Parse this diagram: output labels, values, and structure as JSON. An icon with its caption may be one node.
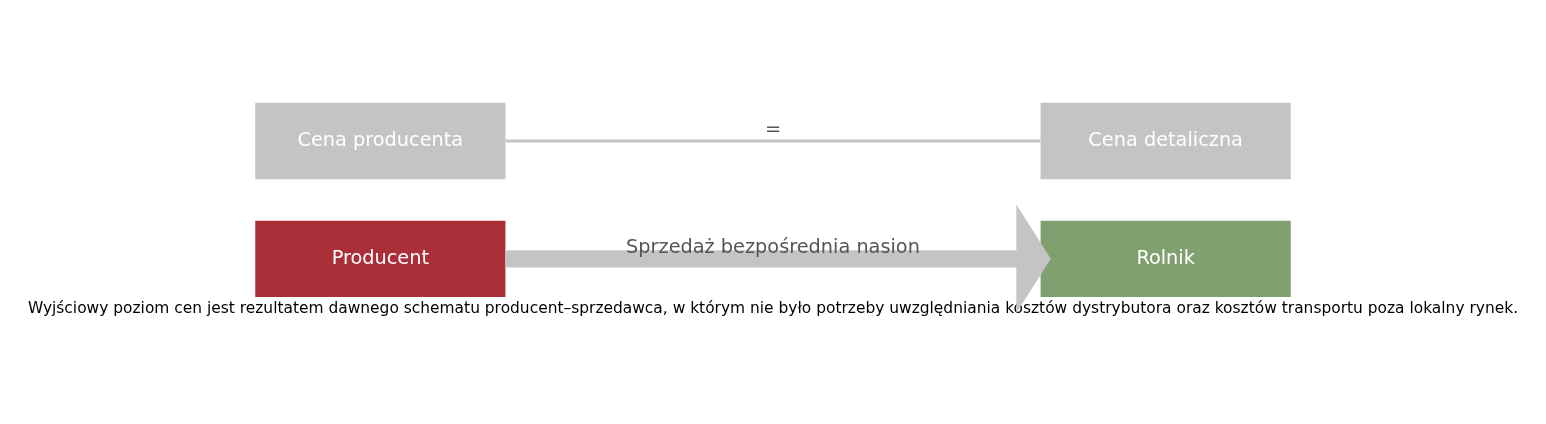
{
  "diagram": {
    "caption": "Wyjściowy poziom cen jest rezultatem dawnego schematu producent–sprzedawca, w którym nie było potrzeby uwzględniania kosztów dystrybutora oraz kosztów transportu poza lokalny rynek.",
    "nodes": [
      {
        "text": [
          "Producent"
        ]
      },
      {
        "text": [
          "Rolnik"
        ]
      },
      {
        "text": [
          "Cena producenta"
        ]
      },
      {
        "text": [
          "Cena detaliczna"
        ]
      }
    ],
    "edges": [
      {
        "from": 0,
        "to": 1,
        "arrow": "to",
        "label": "Sprzedaż bezpośrednia nasion",
        "style": "thick"
      },
      {
        "from": 2,
        "to": 3,
        "arrow": "none",
        "label": "="
      }
    ]
  }
}
